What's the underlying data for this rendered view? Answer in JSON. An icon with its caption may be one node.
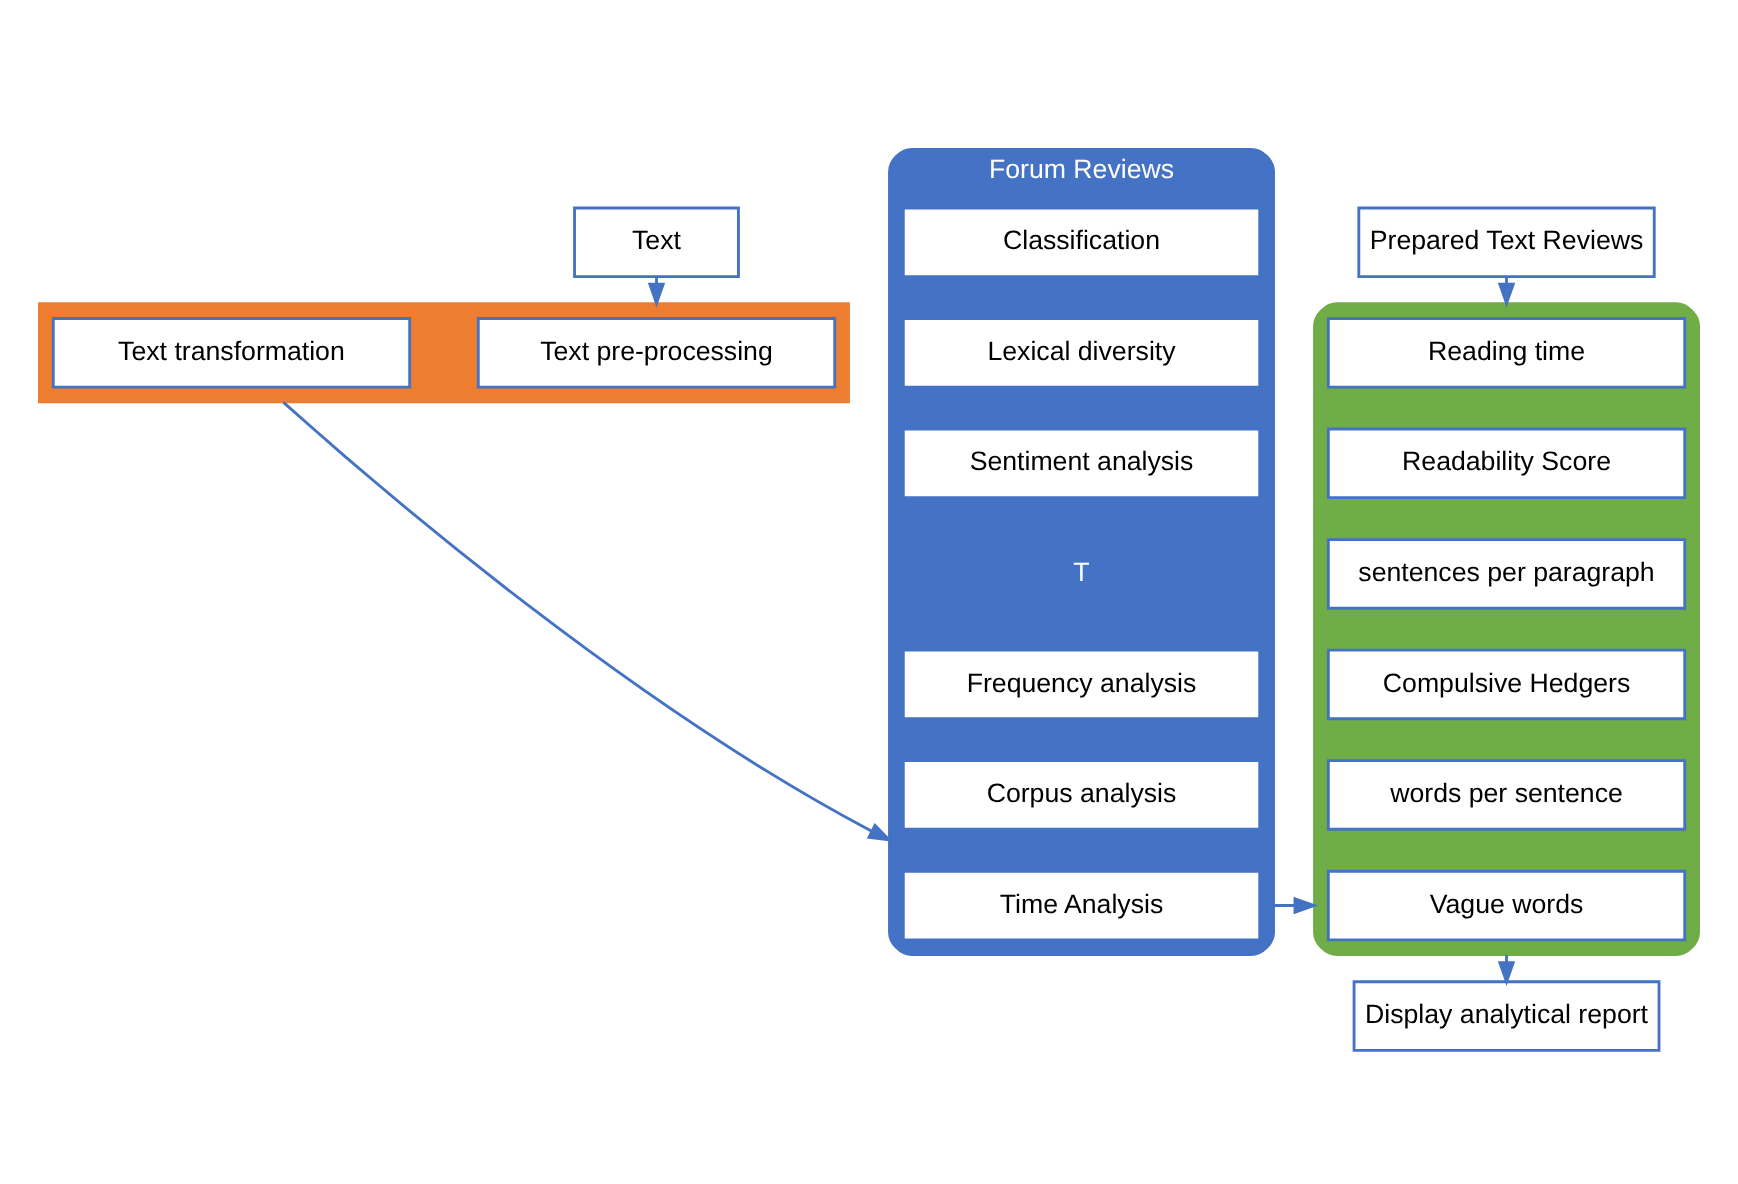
{
  "diagram": {
    "nodes": [
      {
        "text": [
          "Text"
        ]
      },
      {
        "text": [],
        "shape": "box"
      },
      {
        "text": [
          "Text pre-processing"
        ],
        "in": 1
      },
      {
        "text": [
          "Text transformation"
        ],
        "in": 1
      },
      {
        "text": [
          "Forum Reviews"
        ]
      },
      {
        "text": [
          "Classification"
        ],
        "in": 4
      },
      {
        "text": [
          "Lexical diversity"
        ],
        "in": 4
      },
      {
        "text": [
          "Sentiment analysis"
        ],
        "in": 4
      },
      {
        "text": [
          "Frequency analysis"
        ],
        "in": 4
      },
      {
        "text": [
          "Corpus analysis"
        ],
        "in": 4
      },
      {
        "text": [
          "Time Analysis"
        ],
        "in": 4
      },
      {
        "text": [],
        "shape": "box"
      },
      {
        "text": [
          "Reading time"
        ],
        "in": 11
      },
      {
        "text": [
          "Readability Score"
        ],
        "in": 11
      },
      {
        "text": [
          "sentences per paragraph"
        ],
        "in": 11
      },
      {
        "text": [
          "Compulsive Hedgers"
        ],
        "in": 11
      },
      {
        "text": [
          "words per sentence"
        ],
        "in": 11
      },
      {
        "text": [
          "Vague words"
        ],
        "in": 11
      },
      {
        "text": [
          "Prepared Text Reviews"
        ]
      },
      {
        "text": [
          "Display analytical report"
        ]
      }
    ],
    "edges": [
      {
        "from": 0,
        "to": 1,
        "arrow": "to"
      },
      {
        "from": 1,
        "to": 4,
        "arrow": "to"
      },
      {
        "from": 18,
        "to": 11,
        "arrow": "to"
      },
      {
        "from": 4,
        "to": 11,
        "arrow": "to"
      },
      {
        "from": 11,
        "to": 19,
        "arrow": "to"
      }
    ],
    "labels": [
      "T"
    ]
  }
}
